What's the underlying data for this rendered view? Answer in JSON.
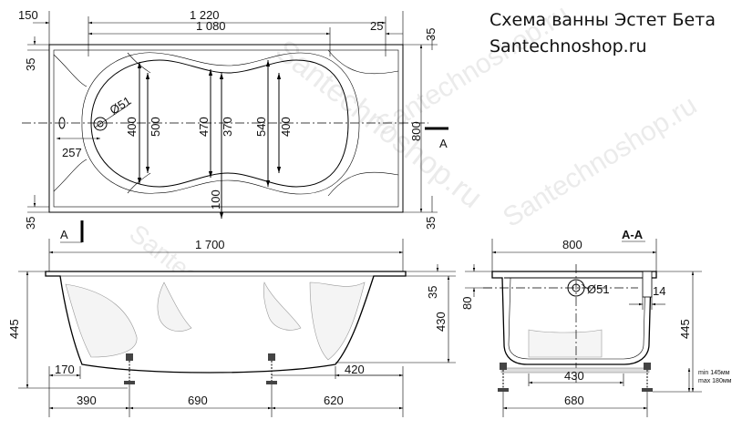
{
  "title_line1": "Схема ванны Эстет Бета",
  "title_line2": "Santechnoshop.ru",
  "watermark": "Santechnoshop.ru",
  "section_label": "A-A",
  "section_mark": "A",
  "top_view": {
    "w150": "150",
    "w1220": "1 220",
    "w1080": "1 080",
    "w25": "25",
    "h35_top_left": "35",
    "h35_top_right": "35",
    "h35_bot_left": "35",
    "h35_bot_right": "35",
    "h800": "800",
    "d51": "Ø51",
    "h400_a": "400",
    "h500": "500",
    "h470": "470",
    "h370": "370",
    "h540": "540",
    "h400_b": "400",
    "w257": "257",
    "h100": "100"
  },
  "side_view": {
    "w1700": "1 700",
    "h445": "445",
    "h430": "430",
    "h35": "35",
    "w170": "170",
    "w420": "420",
    "w390": "390",
    "w690": "690",
    "w620": "620"
  },
  "section_view": {
    "w800": "800",
    "h80": "80",
    "d51": "Ø51",
    "w14": "14",
    "h445": "445",
    "w430": "430",
    "w680": "680",
    "leg_min": "min 145мм",
    "leg_max": "max 180мм"
  }
}
